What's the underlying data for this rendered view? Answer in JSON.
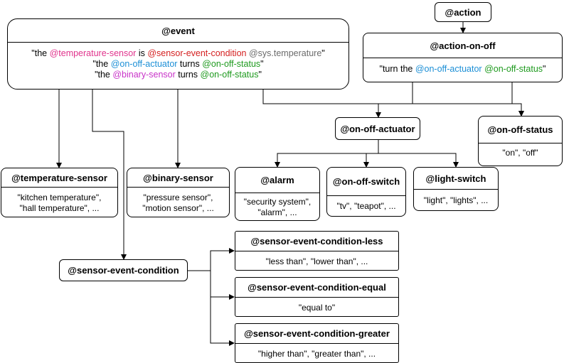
{
  "nodes": {
    "action": {
      "title": "@action"
    },
    "event": {
      "title": "@event",
      "line1": {
        "q1": "\"the ",
        "tempSensor": "@temperature-sensor",
        "is": " is ",
        "cond": "@sensor-event-condition",
        "sp": " ",
        "sys": "@sys.temperature",
        "q2": "\""
      },
      "line2": {
        "q1": "\"the ",
        "actuator": "@on-off-actuator",
        "turns": " turns ",
        "status": "@on-off-status",
        "q2": "\""
      },
      "line3": {
        "q1": "\"the ",
        "binary": "@binary-sensor",
        "turns": " turns ",
        "status": "@on-off-status",
        "q2": "\""
      }
    },
    "action_on_off": {
      "title": "@action-on-off",
      "line1": {
        "q1": "\"turn the ",
        "actuator": "@on-off-actuator",
        "sp": " ",
        "status": "@on-off-status",
        "q2": "\""
      }
    },
    "on_off_actuator": {
      "title": "@on-off-actuator"
    },
    "on_off_status": {
      "title": "@on-off-status",
      "values": "\"on\", \"off\""
    },
    "temperature_sensor": {
      "title": "@temperature-sensor",
      "line1": "\"kitchen temperature\",",
      "line2": "\"hall temperature\", ..."
    },
    "binary_sensor": {
      "title": "@binary-sensor",
      "line1": "\"pressure sensor\",",
      "line2": "\"motion sensor\", ..."
    },
    "alarm": {
      "title": "@alarm",
      "line1": "\"security system\",",
      "line2": "\"alarm\", ..."
    },
    "on_off_switch": {
      "title": "@on-off-switch",
      "values": "\"tv\", \"teapot\", ..."
    },
    "light_switch": {
      "title": "@light-switch",
      "values": "\"light\", \"lights\", ..."
    },
    "sensor_event_condition": {
      "title": "@sensor-event-condition"
    },
    "cond_less": {
      "title": "@sensor-event-condition-less",
      "values": "\"less than\", \"lower than\", ..."
    },
    "cond_equal": {
      "title": "@sensor-event-condition-equal",
      "values": "\"equal to\""
    },
    "cond_greater": {
      "title": "@sensor-event-condition-greater",
      "values": "\"higher than\", \"greater than\", ..."
    }
  },
  "colors": {
    "temperature_sensor_ref": "#e0338c",
    "sensor_event_condition_ref": "#d42020",
    "sys_ref": "#6b6b6b",
    "actuator_ref": "#1c8fd6",
    "status_ref": "#1e9a1e",
    "binary_sensor_ref": "#c832c8"
  }
}
